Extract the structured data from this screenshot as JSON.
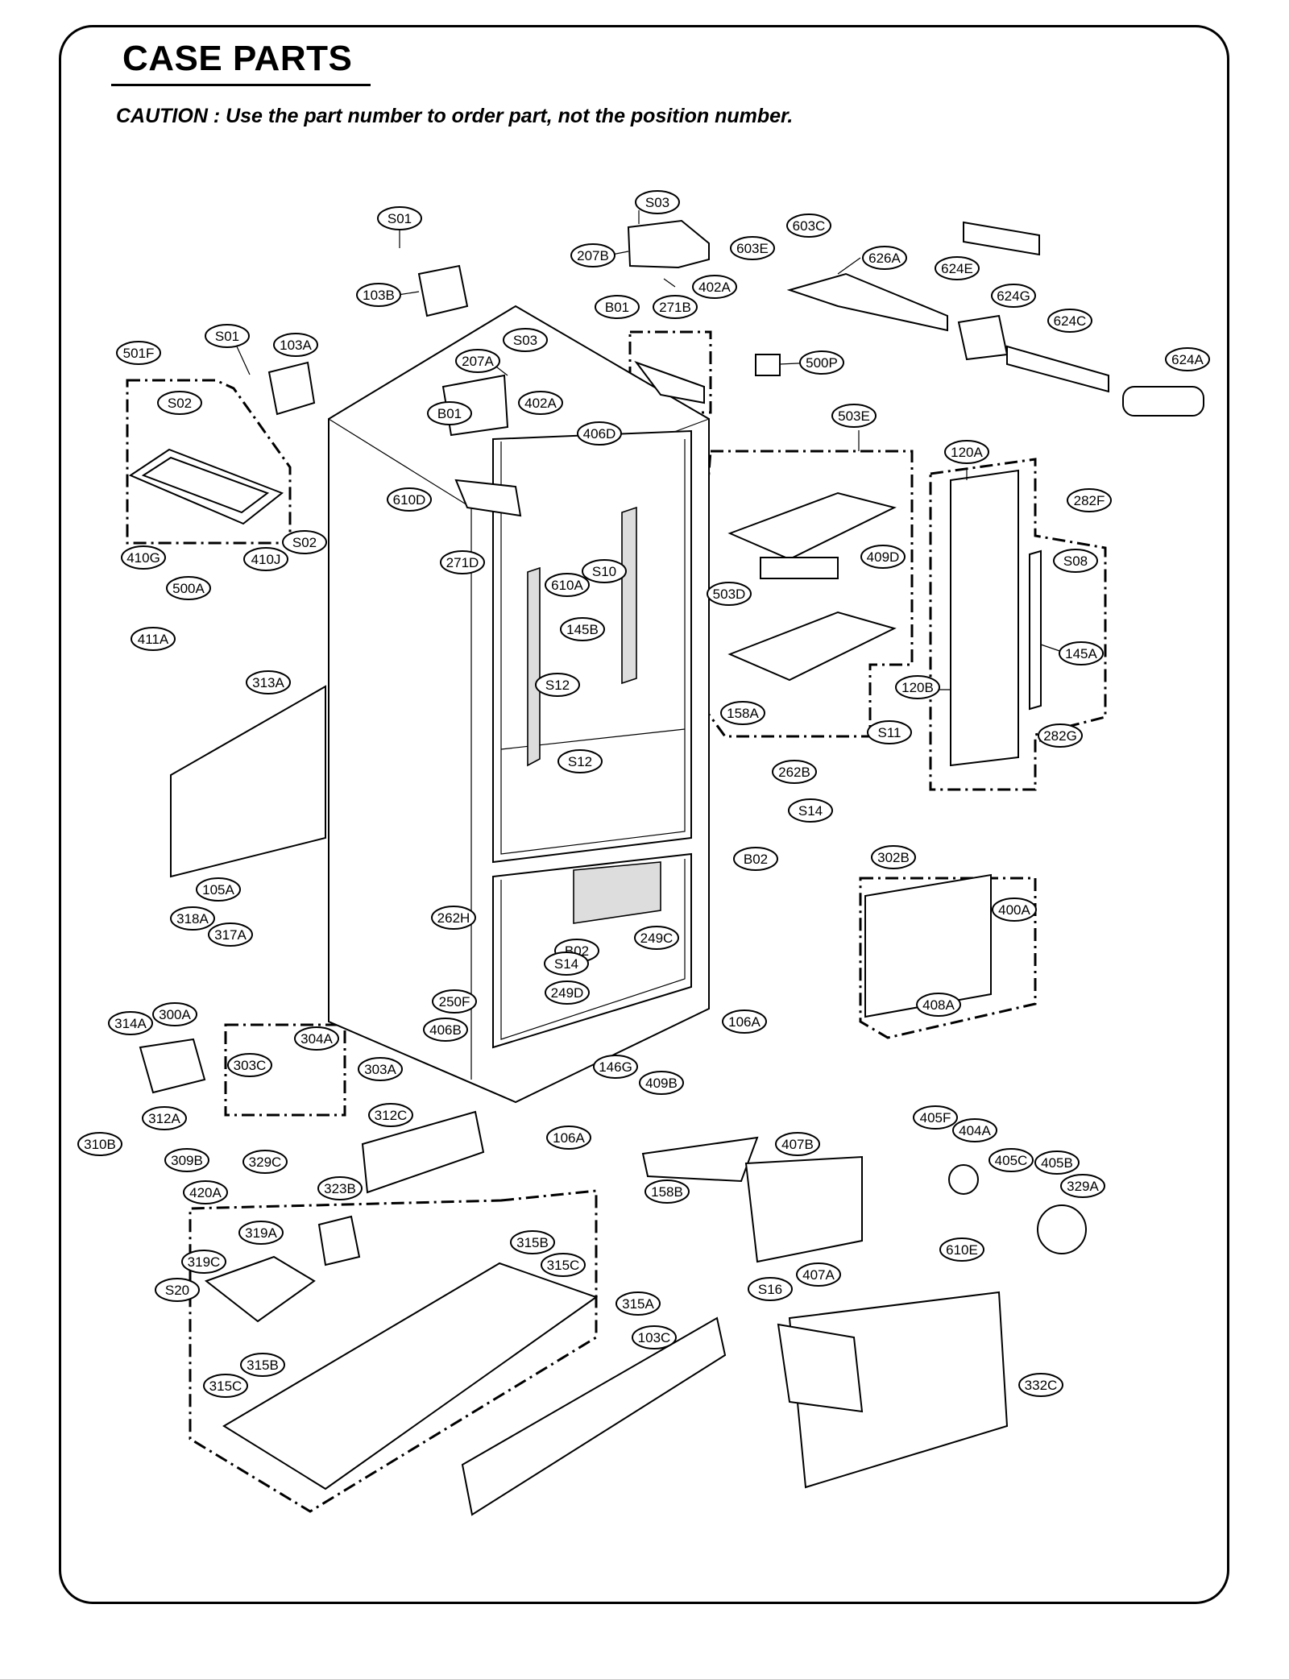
{
  "title": "CASE PARTS",
  "caution": "CAUTION : Use the part number to order part, not the position number.",
  "labels": [
    "S01",
    "S03",
    "207B",
    "402A",
    "603E",
    "603C",
    "626A",
    "624E",
    "103B",
    "B01",
    "271B",
    "624G",
    "624C",
    "S01",
    "103A",
    "S03",
    "207A",
    "500P",
    "624A",
    "501F",
    "B01",
    "402A",
    "S02",
    "406D",
    "503E",
    "120A",
    "610D",
    "282F",
    "271D",
    "S10",
    "409D",
    "410G",
    "410J",
    "S02",
    "S08",
    "500A",
    "610A",
    "503D",
    "411A",
    "145B",
    "145A",
    "313A",
    "S12",
    "120B",
    "158A",
    "S11",
    "282G",
    "S12",
    "262B",
    "S14",
    "B02",
    "302B",
    "105A",
    "400A",
    "262H",
    "318A",
    "317A",
    "249C",
    "B02",
    "S14",
    "408A",
    "250F",
    "249D",
    "406B",
    "106A",
    "314A",
    "300A",
    "304A",
    "303C",
    "303A",
    "146G",
    "310B",
    "312A",
    "409B",
    "312C",
    "106A",
    "405F",
    "404A",
    "407B",
    "309B",
    "329C",
    "405C",
    "405B",
    "420A",
    "323B",
    "329A",
    "158B",
    "319A",
    "315B",
    "610E",
    "319C",
    "315C",
    "407A",
    "S20",
    "S16",
    "315A",
    "103C",
    "315B",
    "332C",
    "315C"
  ]
}
